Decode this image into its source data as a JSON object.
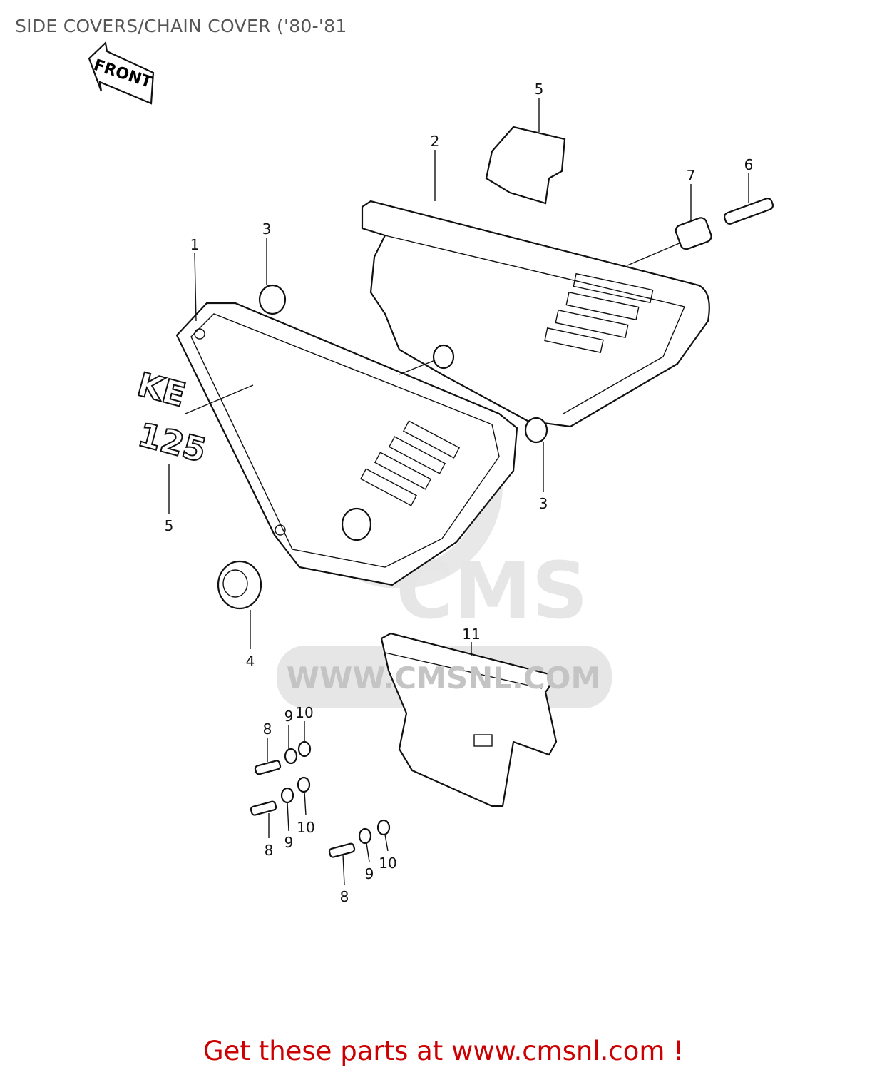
{
  "header": {
    "title": "SIDE COVERS/CHAIN COVER ('80-'81"
  },
  "diagram": {
    "front_arrow": "FRONT",
    "emblem_text": [
      "KE",
      "125"
    ],
    "watermark": {
      "logo": "CMS",
      "url": "WWW.CMSNL.COM"
    },
    "callouts": [
      "5",
      "2",
      "7",
      "6",
      "3",
      "1",
      "5",
      "3",
      "4",
      "11",
      "8",
      "9",
      "10",
      "8",
      "9",
      "10",
      "8",
      "9",
      "10"
    ]
  },
  "footer": {
    "promo": "Get these parts at www.cmsnl.com !",
    "color": "#cc0000"
  }
}
